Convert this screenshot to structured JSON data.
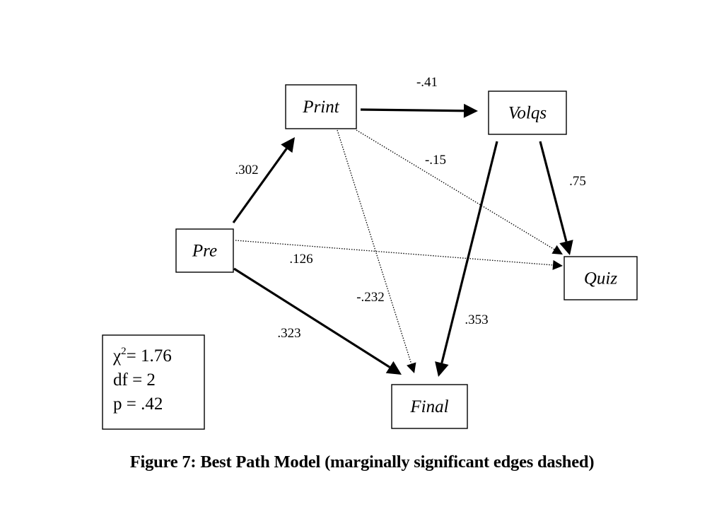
{
  "diagram": {
    "nodes": [
      {
        "id": "print",
        "label": "Print"
      },
      {
        "id": "volqs",
        "label": "Volqs"
      },
      {
        "id": "pre",
        "label": "Pre"
      },
      {
        "id": "quiz",
        "label": "Quiz"
      },
      {
        "id": "final",
        "label": "Final"
      }
    ],
    "edges": [
      {
        "from": "print",
        "to": "volqs",
        "label": "-.41",
        "style": "solid"
      },
      {
        "from": "pre",
        "to": "print",
        "label": ".302",
        "style": "solid"
      },
      {
        "from": "print",
        "to": "quiz",
        "label": "-.15",
        "style": "dashed"
      },
      {
        "from": "print",
        "to": "final",
        "label": "-.232",
        "style": "dashed"
      },
      {
        "from": "volqs",
        "to": "quiz",
        "label": ".75",
        "style": "solid"
      },
      {
        "from": "volqs",
        "to": "final",
        "label": ".353",
        "style": "solid"
      },
      {
        "from": "pre",
        "to": "quiz",
        "label": ".126",
        "style": "dashed"
      },
      {
        "from": "pre",
        "to": "final",
        "label": ".323",
        "style": "solid"
      }
    ],
    "stats": {
      "chi_symbol": "χ",
      "chi_sup": "2",
      "chi_value": "= 1.76",
      "df": "df = 2",
      "p": "p = .42"
    }
  },
  "caption": "Figure 7: Best Path Model (marginally significant edges dashed)"
}
